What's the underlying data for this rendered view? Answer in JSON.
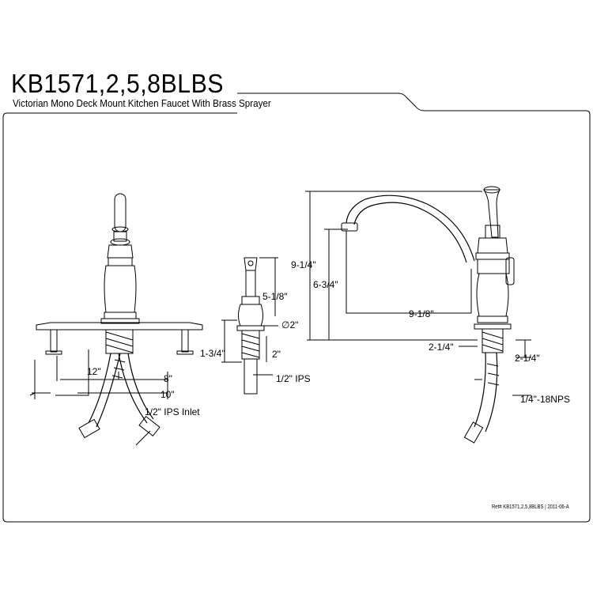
{
  "header": {
    "model": "KB1571,2,5,8BLBS",
    "subtitle": "Victorian Mono Deck Mount Kitchen Faucet With Brass Sprayer"
  },
  "dimensions": {
    "d_12": "12\"",
    "d_8": "8\"",
    "d_10": "10\"",
    "d_ips_inlet": "1/2\" IPS Inlet",
    "d_5_1_8": "5-1/8\"",
    "d_dia2": "∅2\"",
    "d_1_3_4": "1-3/4\"",
    "d_2": "2\"",
    "d_half_ips": "1/2\" IPS",
    "d_9_1_4": "9-1/4\"",
    "d_6_3_4": "6-3/4\"",
    "d_9_1_8": "9-1/8\"",
    "d_2_1_4_a": "2-1/4\"",
    "d_2_1_4_b": "2-1/4\"",
    "d_npt": "1/4\"-18NPS"
  },
  "footer": {
    "ref": "Ref# KB1571,2,5,8BLBS | 2011-06-A"
  }
}
